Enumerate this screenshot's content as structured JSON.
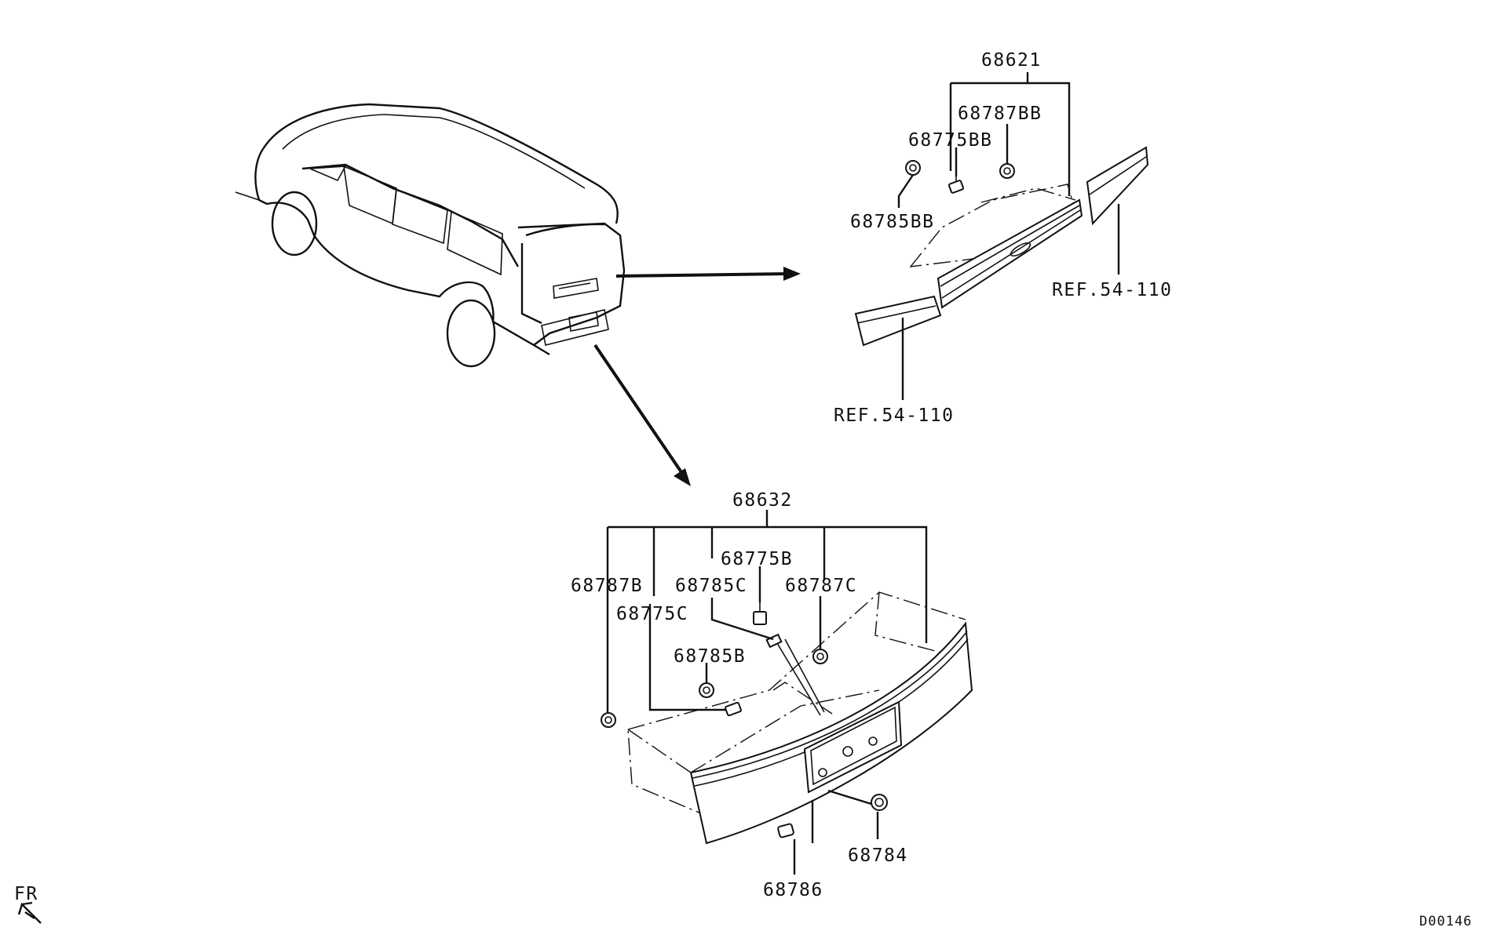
{
  "labels": {
    "top_assembly": "68621",
    "top_clip_a": "68787BB",
    "top_clip_b": "68775BB",
    "top_clip_c": "68785BB",
    "top_ref_right": "REF.54-110",
    "top_ref_left": "REF.54-110",
    "bottom_assembly": "68632",
    "clip_68787B": "68787B",
    "clip_68775C": "68775C",
    "clip_68785C": "68785C",
    "clip_68775B": "68775B",
    "clip_68787C": "68787C",
    "clip_68785B": "68785B",
    "bolt_68784": "68784",
    "clip_68786": "68786",
    "front_marker": "FR",
    "diagram_code": "D00146"
  },
  "icons": {
    "front_arrow": "front-direction-arrow-icon"
  }
}
